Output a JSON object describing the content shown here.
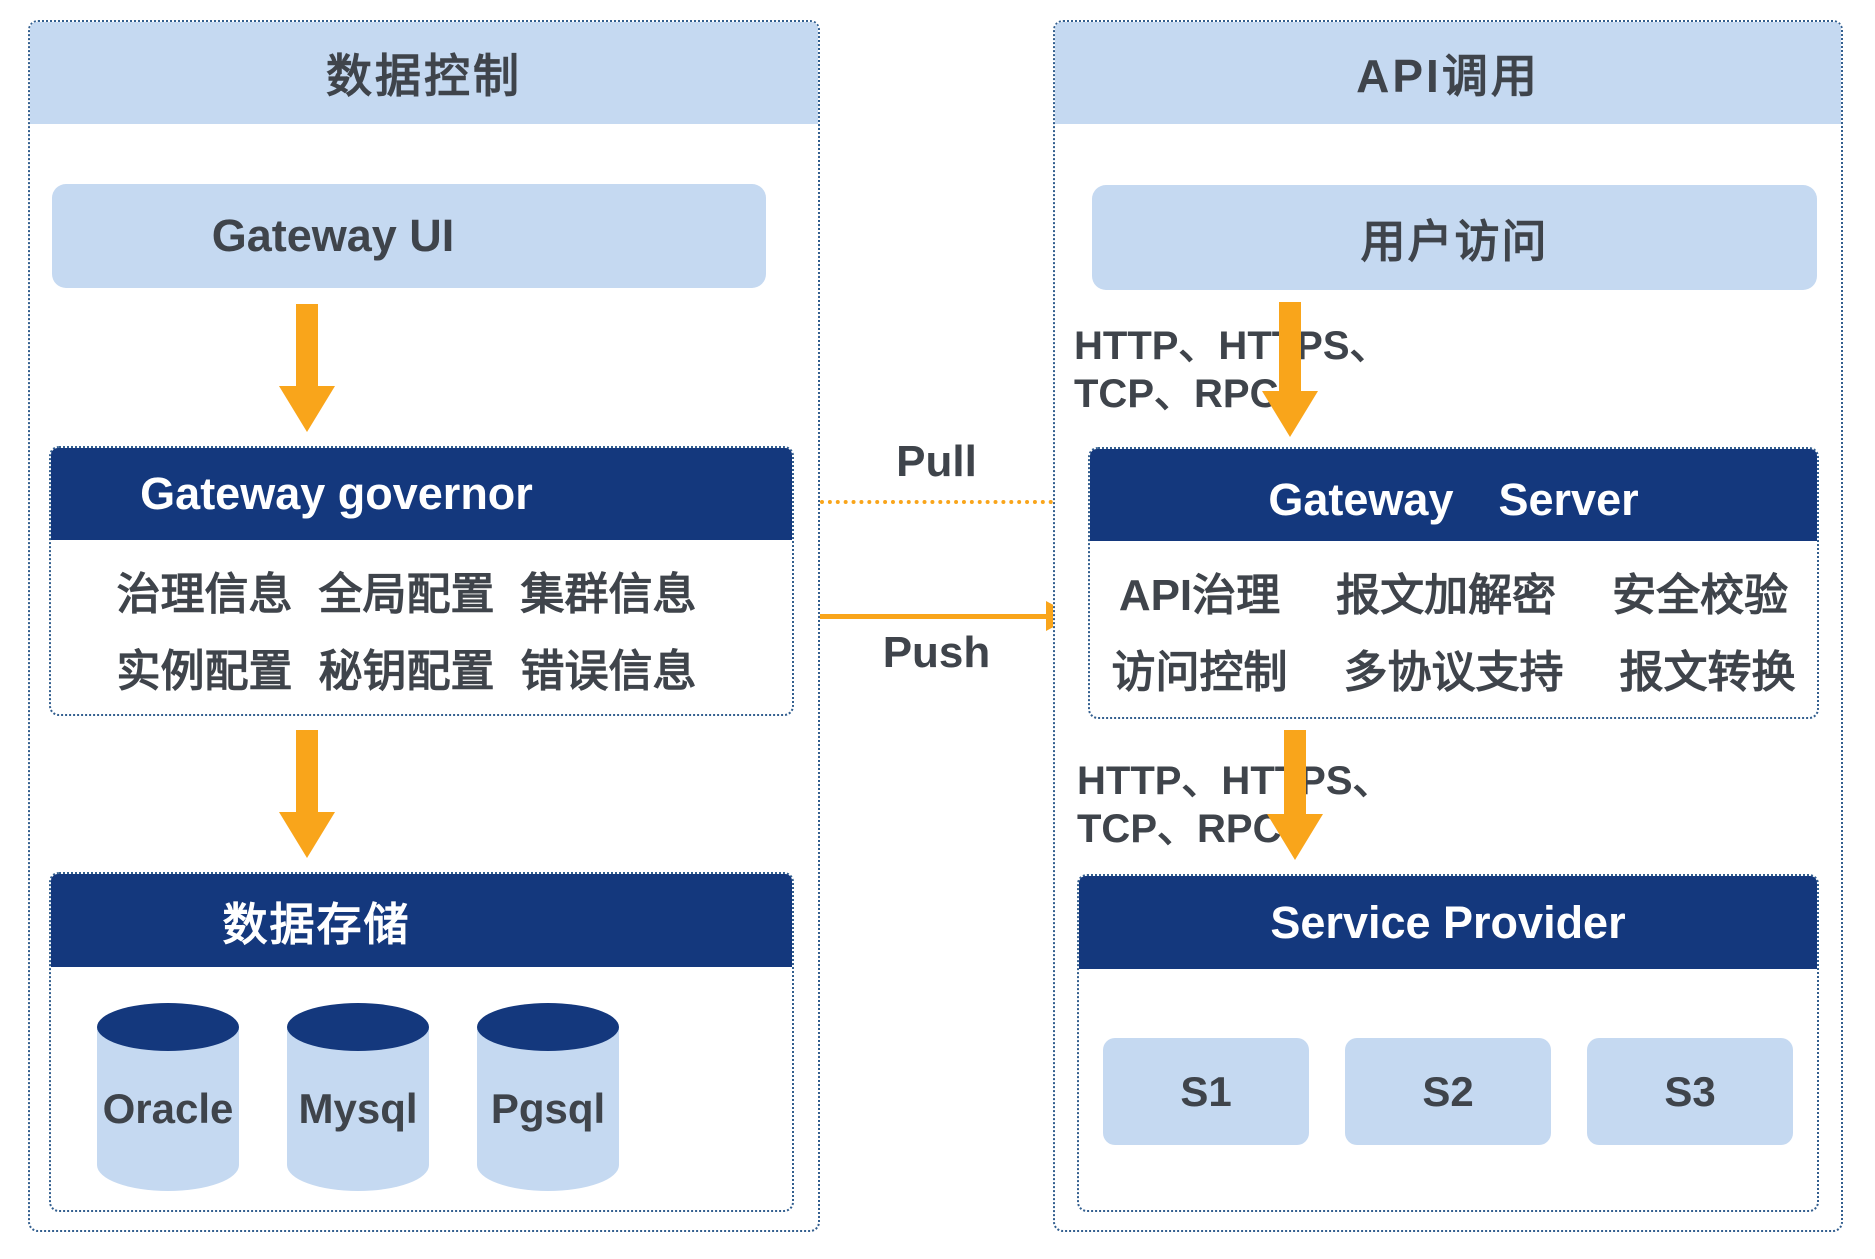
{
  "colors": {
    "navy": "#14387D",
    "light_blue": "#C5D9F1",
    "orange": "#F9A51B",
    "text": "#3F444B",
    "dotted_border": "#335F8F"
  },
  "left_panel": {
    "title": "数据控制",
    "gateway_ui_label": "Gateway UI",
    "governor": {
      "title": "Gateway governor",
      "rows": [
        [
          "治理信息",
          "全局配置",
          "集群信息"
        ],
        [
          "实例配置",
          "秘钥配置",
          "错误信息"
        ]
      ]
    },
    "storage": {
      "title": "数据存储",
      "databases": [
        "Oracle",
        "Mysql",
        "Pgsql"
      ]
    }
  },
  "middle": {
    "pull_label": "Pull",
    "push_label": "Push"
  },
  "right_panel": {
    "title": "API调用",
    "user_access_label": "用户访问",
    "protocol_label_top": [
      "HTTP、HTTPS、",
      "TCP、RPC"
    ],
    "gateway_server": {
      "title": "Gateway　Server",
      "rows": [
        [
          "API治理",
          "报文加解密",
          "安全校验"
        ],
        [
          "访问控制",
          "多协议支持",
          "报文转换"
        ]
      ]
    },
    "protocol_label_bottom": [
      "HTTP、HTTPS、",
      "TCP、RPC"
    ],
    "service_provider": {
      "title": "Service Provider",
      "services": [
        "S1",
        "S2",
        "S3"
      ]
    }
  }
}
